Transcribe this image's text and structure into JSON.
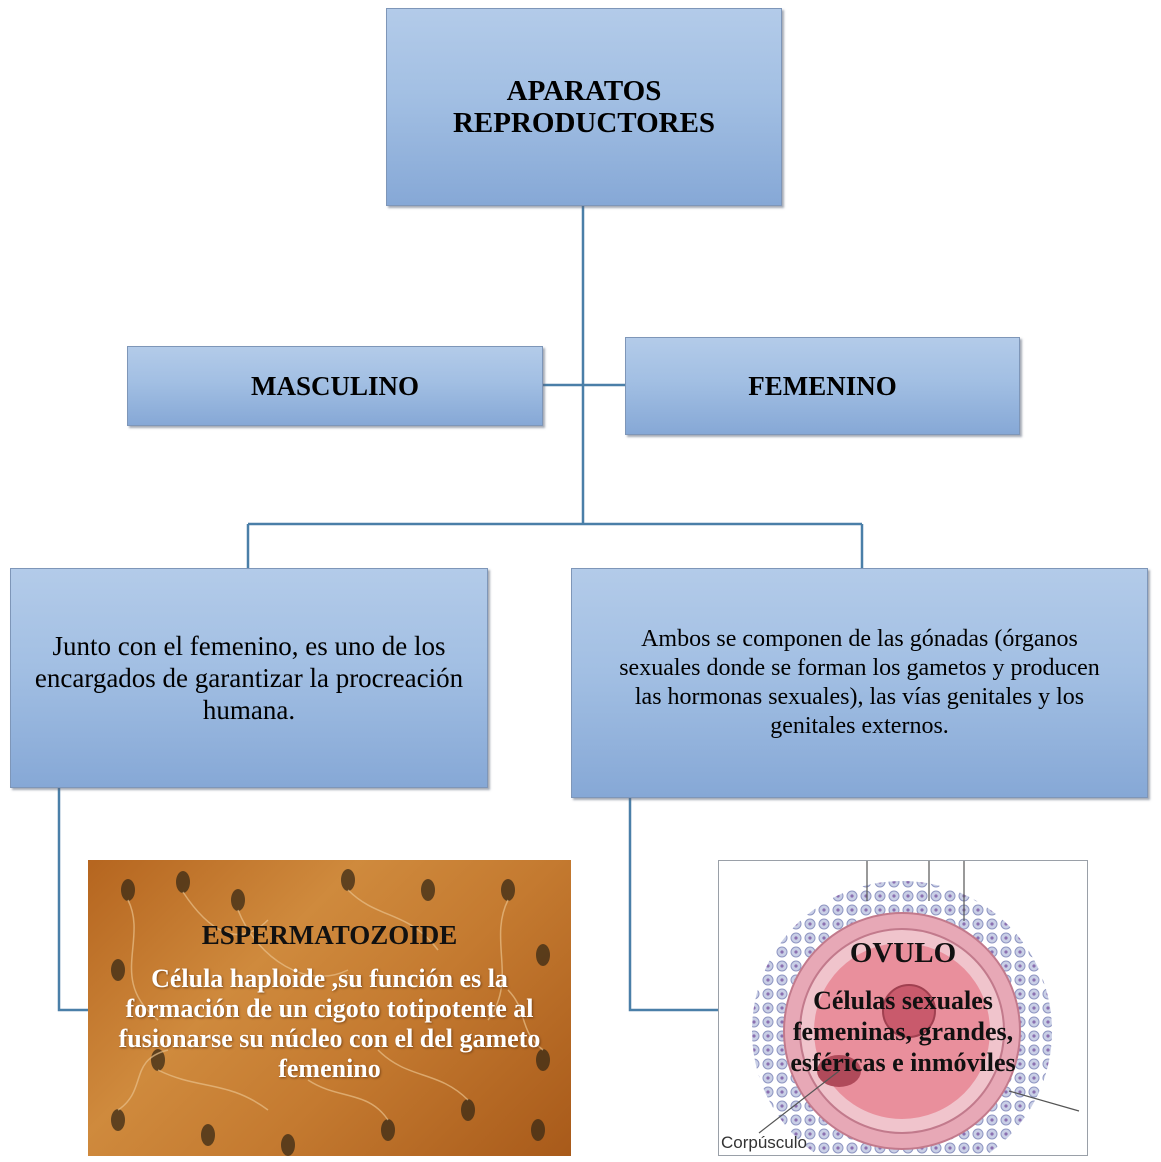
{
  "root": {
    "title": "APARATOS REPRODUCTORES"
  },
  "level1": {
    "left": "MASCULINO",
    "right": "FEMENINO"
  },
  "level2": {
    "left": "Junto con el femenino, es uno de los encargados de garantizar la procreación humana.",
    "right": "Ambos se componen de las gónadas (órganos sexuales donde se forman los gametos y producen las hormonas sexuales), las vías genitales y los genitales externos."
  },
  "sperm": {
    "title": "ESPERMATOZOIDE",
    "text": "Célula haploide ,su función es la formación de un cigoto totipotente al fusionarse su núcleo con el del gameto femenino"
  },
  "ovum": {
    "title": "OVULO",
    "text": "Células sexuales femeninas, grandes, esféricas e inmóviles",
    "label": "Corpúsculo"
  },
  "colors": {
    "box_fill": "#a2bfe3",
    "connector": "#4a7fa8",
    "photo_orange": "#c8782e",
    "ovum_pink": "#e07a88"
  }
}
